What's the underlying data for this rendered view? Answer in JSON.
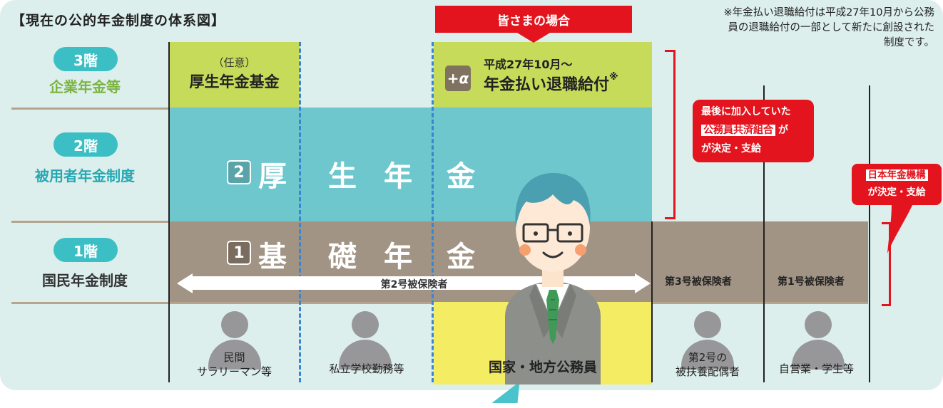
{
  "title": "【現在の公的年金制度の体系図】",
  "note": "※年金払い退職給付は平成27年10月から公務員の退職給付の一部として新たに創設された制度です。",
  "tiers": [
    {
      "badge": "3階",
      "name": "企業年金等",
      "name_color": "#7cb342"
    },
    {
      "badge": "2階",
      "name": "被用者年金制度",
      "name_color": "#26a8b3"
    },
    {
      "badge": "1階",
      "name": "国民年金制度",
      "name_color": "#333333"
    }
  ],
  "banner": "皆さまの場合",
  "kosei_kikin": {
    "sub": "（任意）",
    "label": "厚生年金基金"
  },
  "retirement": {
    "badge": "+α",
    "date": "平成27年10月～",
    "label": "年金払い退職給付",
    "mark": "※"
  },
  "kosei": {
    "num": "2",
    "chars": [
      "厚",
      "生",
      "年",
      "金"
    ]
  },
  "kiso": {
    "num": "1",
    "chars": [
      "基",
      "礎",
      "年",
      "金"
    ]
  },
  "insured": {
    "no2": "第2号被保険者",
    "no3": "第3号被保険者",
    "no1": "第1号被保険者"
  },
  "mutual_aid": {
    "line1": "最後に加入していた",
    "highlight": "公務員共済組合",
    "suffix": "が",
    "line3": "が決定・支給"
  },
  "japan_pension": {
    "line1": "日本年金機構",
    "line2": "が決定・支給"
  },
  "categories": {
    "private": [
      "民間",
      "サラリーマン等"
    ],
    "school": "私立学校勤務等",
    "civil": "国家・地方公務員",
    "spouse": [
      "第2号の",
      "被扶養配偶者"
    ],
    "self": "自営業・学生等"
  },
  "colors": {
    "accent_red": "#e3141e",
    "teal": "#6ec7cd",
    "green": "#c6db59",
    "brown": "#a29485",
    "yellow": "#f4ec63"
  }
}
